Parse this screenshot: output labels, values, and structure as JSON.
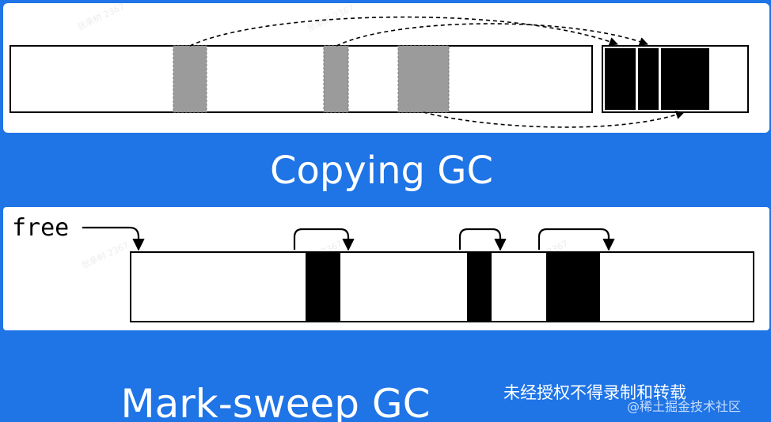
{
  "copying_section": {
    "title": "Copying GC"
  },
  "mark_sweep_section": {
    "title": "Mark-sweep GC",
    "free_label": "free"
  },
  "footer": {
    "notice": "未经授权不得录制和转载",
    "site_watermark": "@稀土掘金技术社区"
  },
  "background_watermark": "张承树 2367",
  "colors": {
    "background": "#1f74e6",
    "panel": "#ffffff",
    "live_object": "#9b9b9b",
    "object": "#000000"
  }
}
